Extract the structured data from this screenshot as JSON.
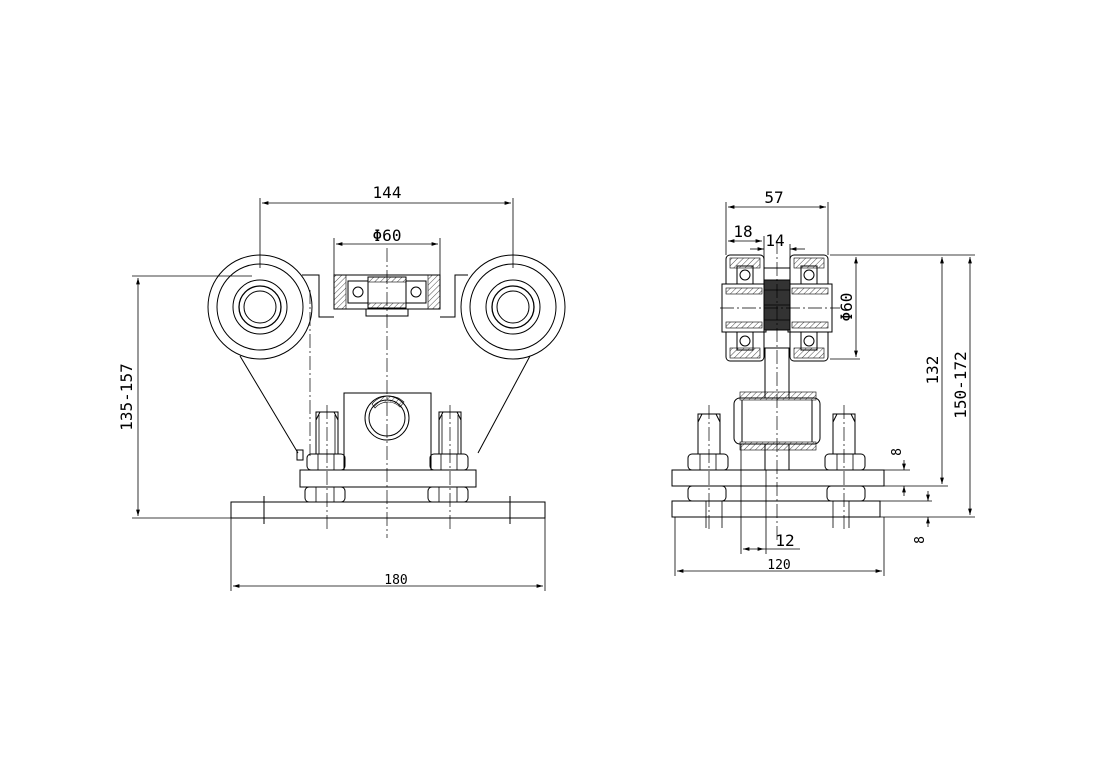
{
  "front_view": {
    "dim_rail_width": "144",
    "dim_wheel_diameter": "Φ60",
    "dim_height_range": "135-157",
    "dim_plate_width": "180"
  },
  "side_view": {
    "dim_total_width": "57",
    "dim_wheel_width": "18",
    "dim_axle": "14",
    "dim_wheel_diameter": "Φ60",
    "dim_height": "132",
    "dim_height_range": "150-172",
    "dim_plate_gap": "8",
    "dim_plate_thickness": "8",
    "dim_stem": "12",
    "dim_plate_width": "120"
  }
}
